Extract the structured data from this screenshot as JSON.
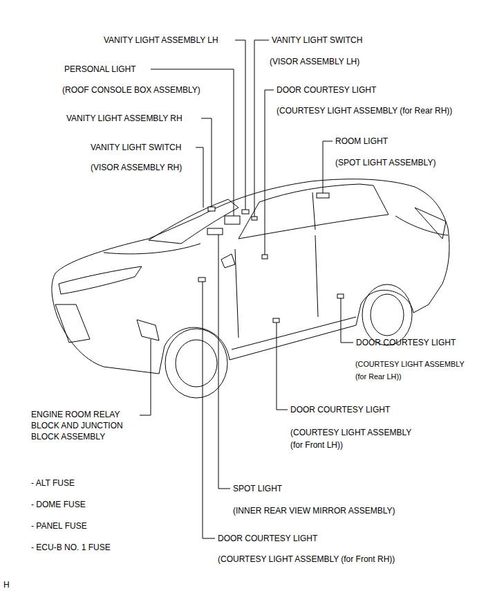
{
  "diagram": {
    "labels": [
      "VANITY LIGHT ASSEMBLY LH",
      "VANITY LIGHT SWITCH",
      "(VISOR ASSEMBLY LH)",
      "PERSONAL LIGHT",
      "(ROOF CONSOLE BOX ASSEMBLY)",
      "DOOR COURTESY LIGHT",
      "(COURTESY LIGHT ASSEMBLY (for Rear RH))",
      "VANITY LIGHT ASSEMBLY RH",
      "ROOM LIGHT",
      "(SPOT LIGHT ASSEMBLY)",
      "VANITY LIGHT SWITCH",
      "(VISOR ASSEMBLY RH)",
      "DOOR COURTESY LIGHT",
      "(COURTESY LIGHT ASSEMBLY (for Rear LH))",
      "DOOR COURTESY LIGHT",
      "(COURTESY LIGHT ASSEMBLY (for Front LH))",
      "ENGINE ROOM RELAY BLOCK AND JUNCTION BLOCK ASSEMBLY",
      "- ALT FUSE",
      "- DOME FUSE",
      "- PANEL FUSE",
      "- ECU-B NO. 1 FUSE",
      "SPOT LIGHT",
      "(INNER REAR VIEW MIRROR ASSEMBLY)",
      "DOOR COURTESY LIGHT",
      "(COURTESY LIGHT ASSEMBLY (for Front RH))",
      "H"
    ]
  }
}
